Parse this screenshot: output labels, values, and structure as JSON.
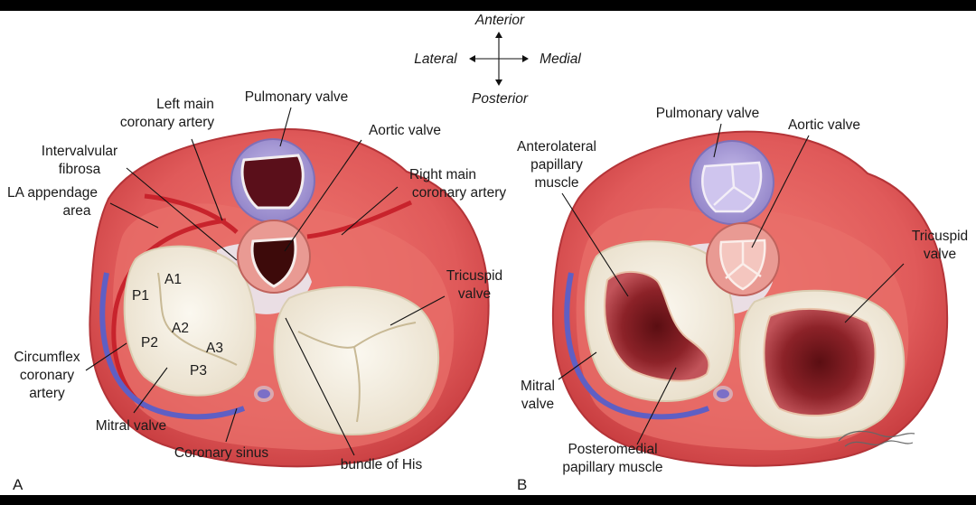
{
  "compass": {
    "anterior": "Anterior",
    "posterior": "Posterior",
    "lateral": "Lateral",
    "medial": "Medial"
  },
  "panel_a": {
    "letter": "A",
    "labels": {
      "left_main_1": "Left main",
      "left_main_2": "coronary artery",
      "pulmonary_valve": "Pulmonary valve",
      "aortic_valve": "Aortic valve",
      "intervalvular_1": "Intervalvular",
      "intervalvular_2": "fibrosa",
      "la_appendage_1": "LA appendage",
      "la_appendage_2": "area",
      "right_main_1": "Right main",
      "right_main_2": "coronary artery",
      "tricuspid_1": "Tricuspid",
      "tricuspid_2": "valve",
      "circumflex_1": "Circumflex",
      "circumflex_2": "coronary",
      "circumflex_3": "artery",
      "mitral_valve": "Mitral valve",
      "coronary_sinus": "Coronary sinus",
      "bundle_of_his": "bundle of His"
    },
    "scallops": [
      "A1",
      "A2",
      "A3",
      "P1",
      "P2",
      "P3"
    ]
  },
  "panel_b": {
    "letter": "B",
    "labels": {
      "pulmonary_valve": "Pulmonary valve",
      "aortic_valve": "Aortic valve",
      "anterolateral_1": "Anterolateral",
      "anterolateral_2": "papillary",
      "anterolateral_3": "muscle",
      "tricuspid_1": "Tricuspid",
      "tricuspid_2": "valve",
      "mitral_1": "Mitral",
      "mitral_2": "valve",
      "posteromedial_1": "Posteromedial",
      "posteromedial_2": "papillary muscle"
    }
  },
  "colors": {
    "myocardium": "#e05a5a",
    "myocardium_dark": "#c73c3f",
    "artery": "#c8232c",
    "vein": "#5f5fc4",
    "pulmonary": "#a79bd6",
    "aortic_ring": "#e99a93",
    "leaflet": "#f6f1e6",
    "cavity": "#7a1a1e"
  }
}
